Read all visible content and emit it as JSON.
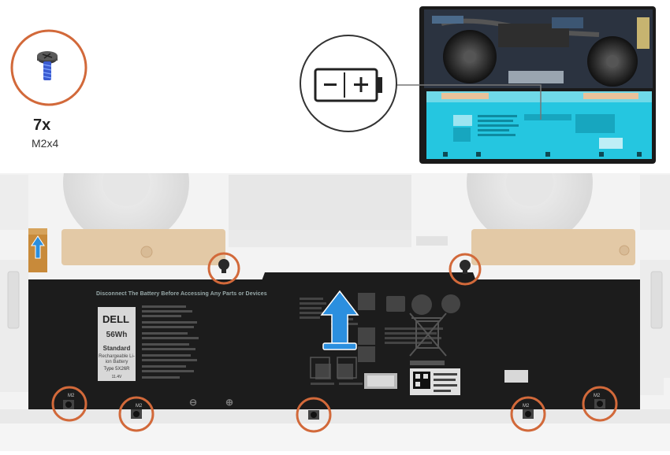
{
  "screw": {
    "quantity": "7x",
    "size": "M2x4",
    "icon": "screw-icon"
  },
  "battery": {
    "warning": "Disconnect The Battery Before Accessing Any Parts or Devices",
    "brand": "DELL",
    "capacity": "56Wh",
    "standard": "Standard",
    "chemistry": "Rechargeable Li-ion Battery",
    "type": "Type 5X26R",
    "voltage": "11.4V",
    "minus": "⊖",
    "plus": "⊕"
  },
  "screw_labels": [
    "M2",
    "M2",
    "",
    "M2",
    "M2",
    "",
    ""
  ],
  "colors": {
    "callout": "#d2693a",
    "arrow": "#2b8fdf",
    "battery_highlight": "#25c6e0",
    "battery": "#1c1c1c",
    "copper": "#e3c9a6"
  },
  "icons": [
    "battery-icon",
    "lift-arrow-icon",
    "connector-arrow-icon"
  ]
}
